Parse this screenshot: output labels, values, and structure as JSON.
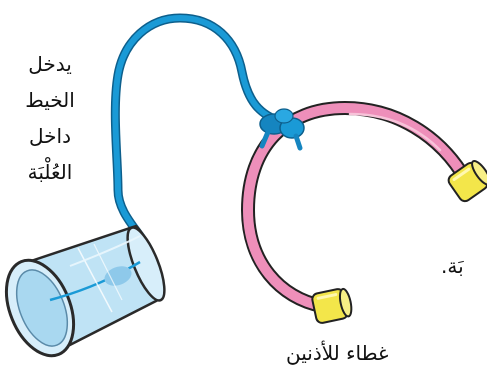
{
  "labels": {
    "thread_line1": "يدخل",
    "thread_line2": "الخيط",
    "thread_line3": "داخل",
    "thread_line4": "العُلْبَة",
    "cutoff_text": "بَة.",
    "ear_cover": "غطاء للأذنين"
  },
  "colors": {
    "string": "#1a9ad6",
    "string_knot": "#1585c0",
    "tube": "#ee8fba",
    "tube_outline": "#222222",
    "ear_cap": "#f3e64a",
    "cup": "#bfe3f5",
    "cup_rim": "#d7eefa",
    "cup_outline": "#2a2a2a",
    "cup_shadow_spot": "#8ec9ea"
  },
  "icons": {
    "cup": "plastic-cup-icon",
    "knot": "knot-icon",
    "ear_cap_top": "ear-cap-icon",
    "ear_cap_bottom": "ear-cap-icon"
  }
}
